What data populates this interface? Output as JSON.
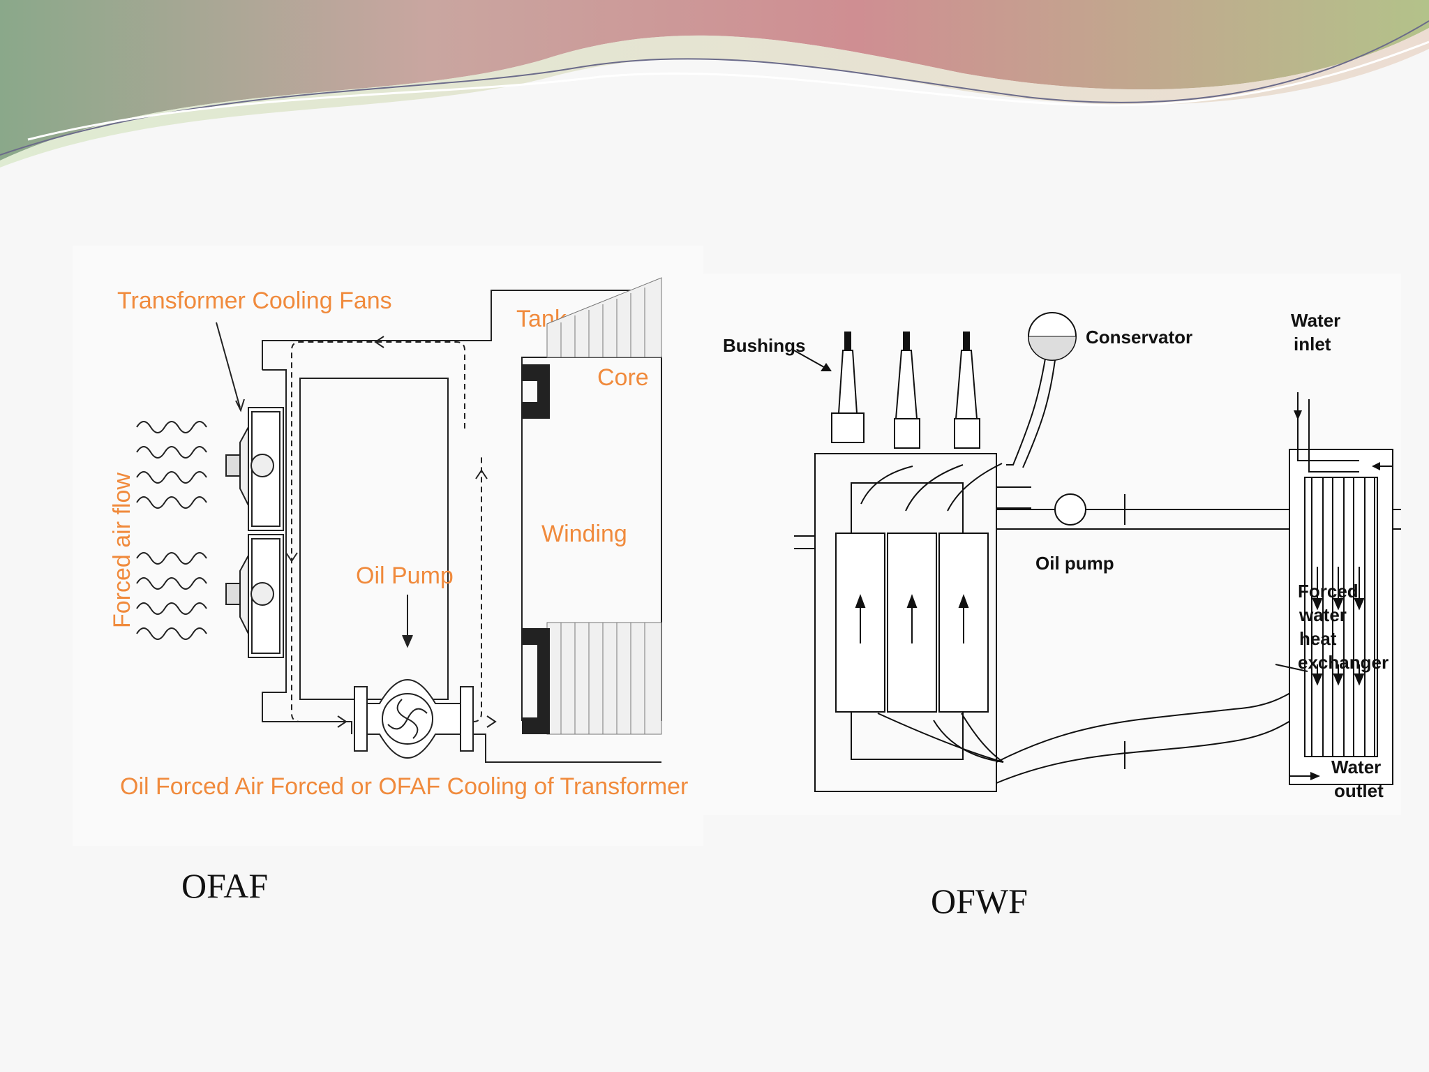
{
  "ofaf": {
    "labels": {
      "fans": "Transformer Cooling Fans",
      "tank": "Tank",
      "core": "Core",
      "winding": "Winding",
      "pump": "Oil Pump",
      "airflow": "Forced air flow",
      "title": "Oil Forced Air Forced or OFAF Cooling of Transformer"
    },
    "caption": "OFAF"
  },
  "ofwf": {
    "labels": {
      "bushings": "Bushings",
      "conservator": "Conservator",
      "water_inlet_1": "Water",
      "water_inlet_2": "inlet",
      "oil_pump": "Oil pump",
      "hx_1": "Forced",
      "hx_2": "water",
      "hx_3": "heat",
      "hx_4": "exchanger",
      "water_outlet_1": "Water",
      "water_outlet_2": "outlet"
    },
    "caption": "OFWF"
  }
}
